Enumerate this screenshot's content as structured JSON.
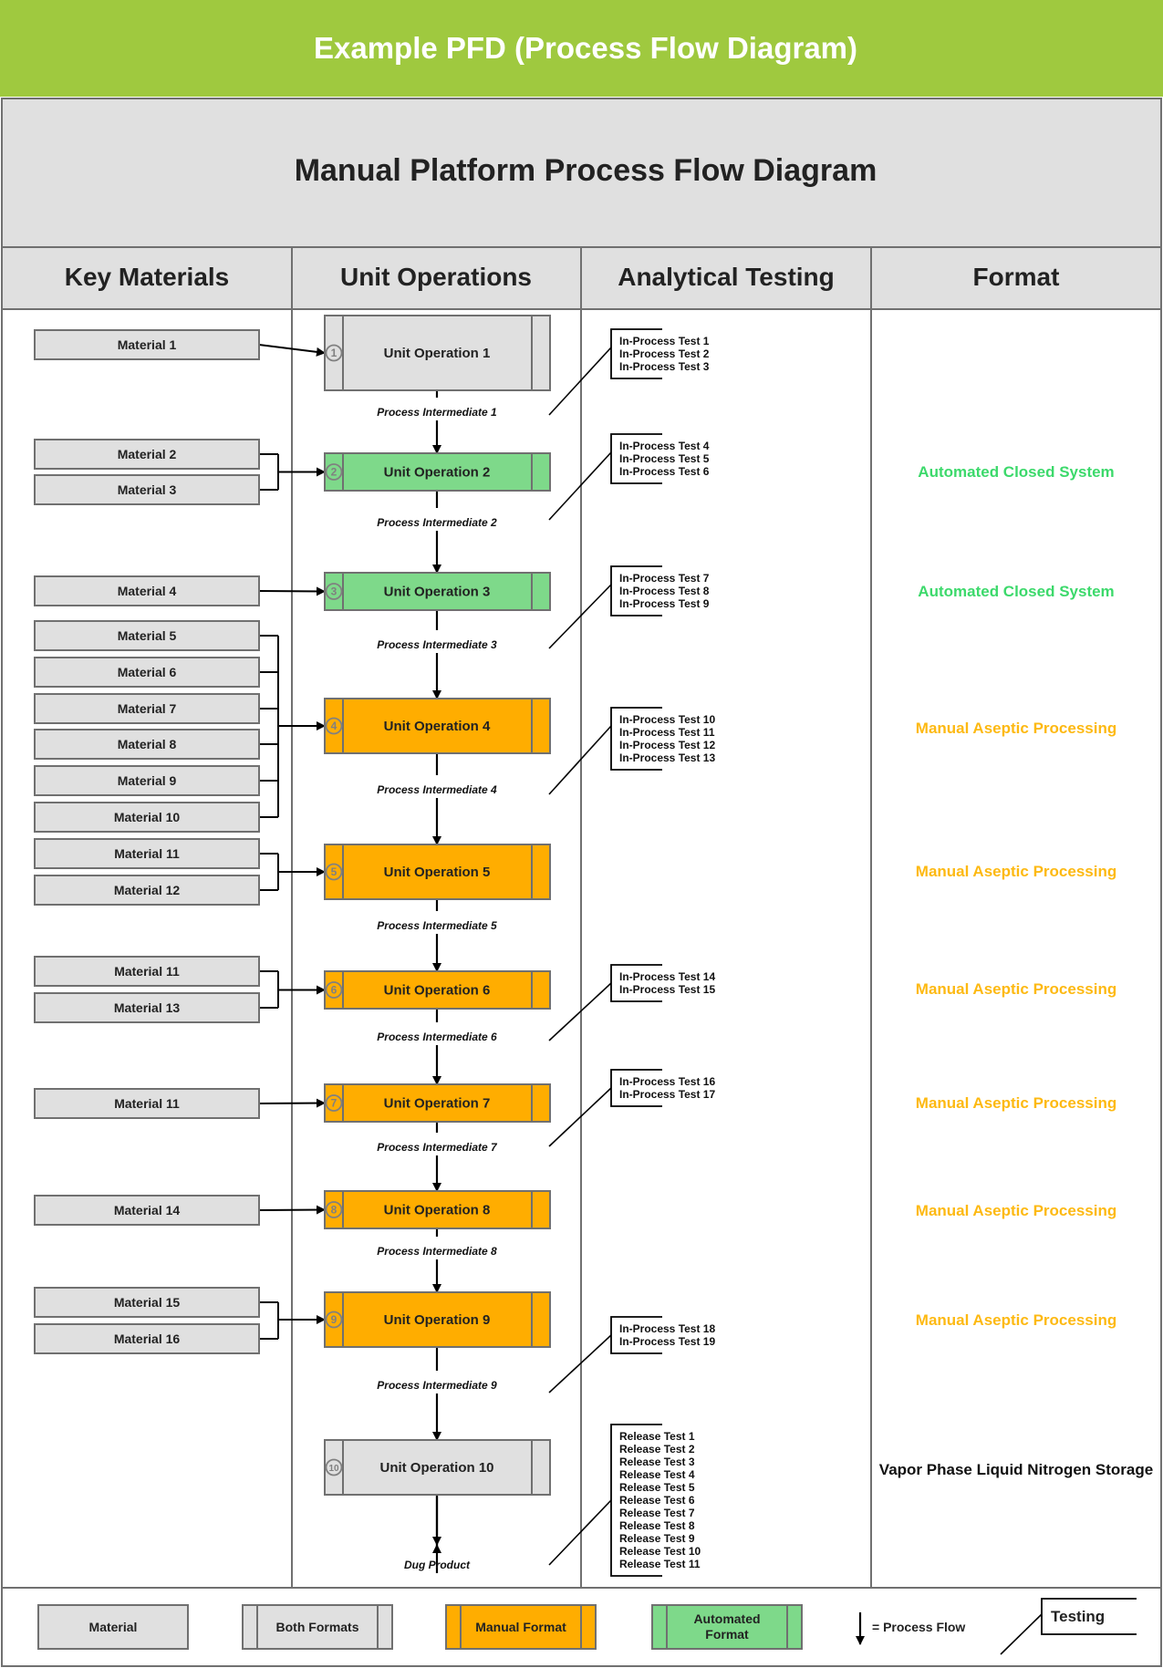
{
  "banner": {
    "title": "Example PFD (Process Flow Diagram)",
    "color": "#9fc93f"
  },
  "diagram_title": "Manual Platform Process Flow Diagram",
  "columns": [
    "Key Materials",
    "Unit Operations",
    "Analytical Testing",
    "Format"
  ],
  "colors": {
    "gray": "#e0e0e0",
    "green": "#7ed98a",
    "orange": "#ffad00",
    "green_text": "#3cd96b",
    "orange_text": "#fdb912",
    "border": "#707070"
  },
  "operations": [
    {
      "num": "1",
      "label": "Unit Operation 1",
      "kind": "gray",
      "intermediate": "Process Intermediate 1",
      "format": ""
    },
    {
      "num": "2",
      "label": "Unit Operation 2",
      "kind": "green",
      "intermediate": "Process Intermediate 2",
      "format": "Automated Closed System"
    },
    {
      "num": "3",
      "label": "Unit Operation 3",
      "kind": "green",
      "intermediate": "Process Intermediate 3",
      "format": "Automated Closed System"
    },
    {
      "num": "4",
      "label": "Unit Operation 4",
      "kind": "orange",
      "intermediate": "Process Intermediate 4",
      "format": "Manual Aseptic Processing"
    },
    {
      "num": "5",
      "label": "Unit Operation 5",
      "kind": "orange",
      "intermediate": "Process Intermediate 5",
      "format": "Manual Aseptic Processing"
    },
    {
      "num": "6",
      "label": "Unit Operation 6",
      "kind": "orange",
      "intermediate": "Process Intermediate 6",
      "format": "Manual Aseptic Processing"
    },
    {
      "num": "7",
      "label": "Unit Operation 7",
      "kind": "orange",
      "intermediate": "Process Intermediate 7",
      "format": "Manual Aseptic Processing"
    },
    {
      "num": "8",
      "label": "Unit Operation 8",
      "kind": "orange",
      "intermediate": "Process Intermediate 8",
      "format": "Manual Aseptic Processing"
    },
    {
      "num": "9",
      "label": "Unit Operation 9",
      "kind": "orange",
      "intermediate": "Process Intermediate 9",
      "format": "Manual Aseptic Processing"
    },
    {
      "num": "10",
      "label": "Unit Operation 10",
      "kind": "gray",
      "intermediate": "Dug Product",
      "format": "Vapor Phase Liquid Nitrogen Storage"
    }
  ],
  "materials": [
    {
      "label": "Material 1",
      "op": 0
    },
    {
      "label": "Material 2",
      "op": 1
    },
    {
      "label": "Material 3",
      "op": 1
    },
    {
      "label": "Material 4",
      "op": 2
    },
    {
      "label": "Material 5",
      "op": 3
    },
    {
      "label": "Material 6",
      "op": 3
    },
    {
      "label": "Material 7",
      "op": 3
    },
    {
      "label": "Material 8",
      "op": 3
    },
    {
      "label": "Material 9",
      "op": 3
    },
    {
      "label": "Material 10",
      "op": 3
    },
    {
      "label": "Material 11",
      "op": 4
    },
    {
      "label": "Material 12",
      "op": 4
    },
    {
      "label": "Material 11",
      "op": 5
    },
    {
      "label": "Material 13",
      "op": 5
    },
    {
      "label": "Material 11",
      "op": 6
    },
    {
      "label": "Material 14",
      "op": 7
    },
    {
      "label": "Material 15",
      "op": 8
    },
    {
      "label": "Material 16",
      "op": 8
    }
  ],
  "tests": [
    {
      "op": 0,
      "items": [
        "In-Process Test 1",
        "In-Process Test 2",
        "In-Process Test 3"
      ]
    },
    {
      "op": 1,
      "items": [
        "In-Process Test 4",
        "In-Process Test 5",
        "In-Process Test 6"
      ]
    },
    {
      "op": 2,
      "items": [
        "In-Process Test 7",
        "In-Process Test 8",
        "In-Process Test 9"
      ]
    },
    {
      "op": 3,
      "items": [
        "In-Process Test 10",
        "In-Process Test 11",
        "In-Process Test 12",
        "In-Process Test 13"
      ]
    },
    {
      "op": 5,
      "items": [
        "In-Process Test 14",
        "In-Process Test 15"
      ]
    },
    {
      "op": 6,
      "items": [
        "In-Process Test 16",
        "In-Process Test 17"
      ]
    },
    {
      "op": 8,
      "items": [
        "In-Process Test 18",
        "In-Process Test 19"
      ]
    },
    {
      "op": 9,
      "items": [
        "Release Test 1",
        "Release Test 2",
        "Release Test 3",
        "Release Test 4",
        "Release Test 5",
        "Release Test 6",
        "Release Test 7",
        "Release Test 8",
        "Release Test 9",
        "Release Test 10",
        "Release Test 11"
      ]
    }
  ],
  "legend": {
    "material": "Material",
    "both": "Both Formats",
    "manual": "Manual Format",
    "automated": [
      "Automated",
      "Format"
    ],
    "flow": "= Process Flow",
    "testing": "Testing"
  }
}
